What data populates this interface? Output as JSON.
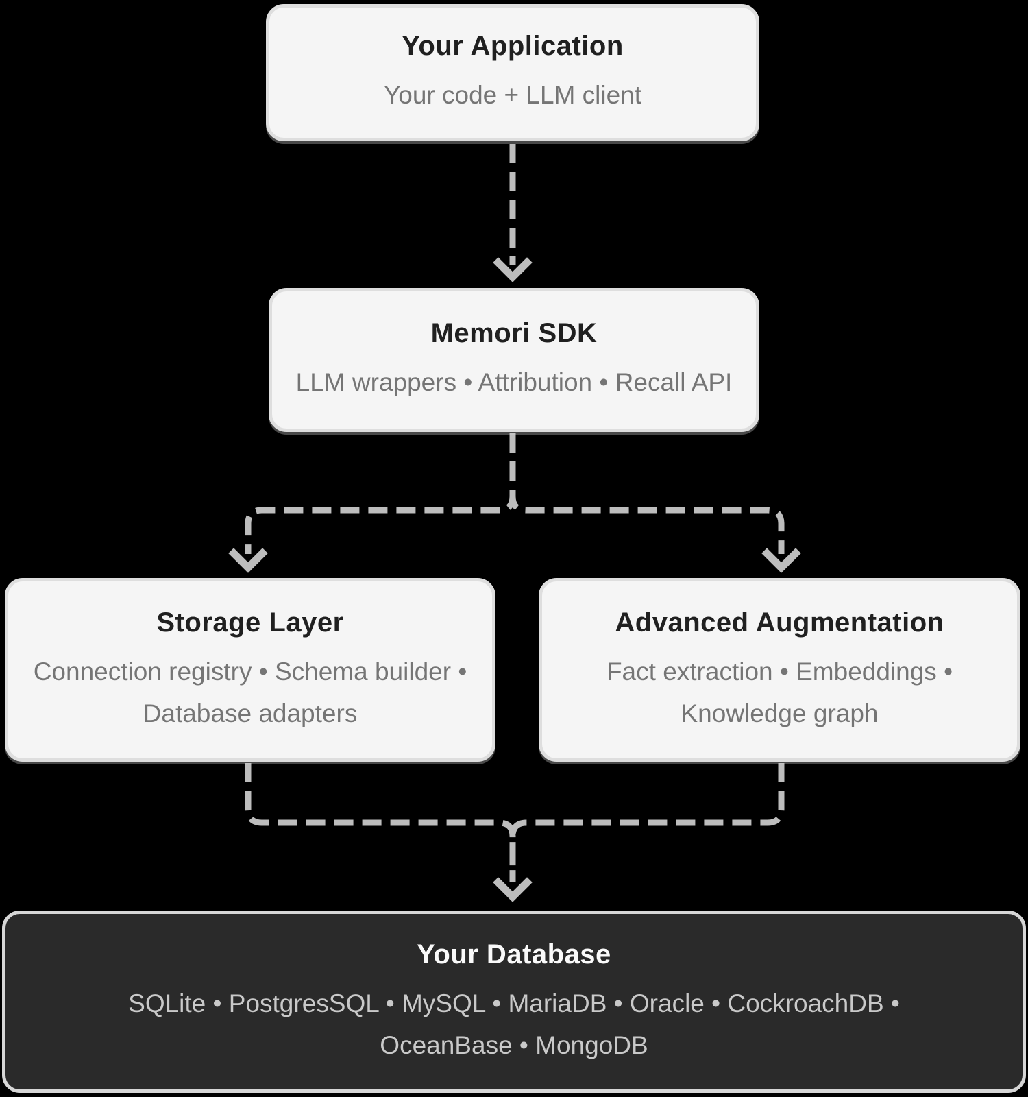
{
  "diagram": {
    "type": "flowchart",
    "background": "#000000",
    "nodes": [
      {
        "id": "app",
        "title": "Your Application",
        "subtitle_lines": [
          "Your code + LLM client"
        ],
        "variant": "light"
      },
      {
        "id": "sdk",
        "title": "Memori SDK",
        "subtitle_lines": [
          "LLM wrappers • Attribution • Recall API"
        ],
        "variant": "light"
      },
      {
        "id": "storage",
        "title": "Storage Layer",
        "subtitle_lines": [
          "Connection registry • Schema builder •",
          "Database adapters"
        ],
        "variant": "light"
      },
      {
        "id": "augment",
        "title": "Advanced Augmentation",
        "subtitle_lines": [
          "Fact extraction • Embeddings •",
          "Knowledge graph"
        ],
        "variant": "light"
      },
      {
        "id": "db",
        "title": "Your Database",
        "subtitle_lines": [
          "SQLite • PostgresSQL • MySQL • MariaDB • Oracle • CockroachDB •",
          "OceanBase • MongoDB"
        ],
        "variant": "dark"
      }
    ],
    "edges": [
      {
        "from": "Your Application",
        "to": "Memori SDK",
        "style": "dashed-arrow"
      },
      {
        "from": "Memori SDK",
        "to": "Storage Layer",
        "style": "dashed-arrow"
      },
      {
        "from": "Memori SDK",
        "to": "Advanced Augmentation",
        "style": "dashed-arrow"
      },
      {
        "from": "Storage Layer",
        "to": "Your Database",
        "style": "dashed-arrow"
      },
      {
        "from": "Advanced Augmentation",
        "to": "Your Database",
        "style": "dashed-arrow"
      }
    ],
    "colors": {
      "background": "#000000",
      "node_fill_light": "#f5f5f5",
      "node_border_light": "#dedede",
      "node_fill_dark": "#2a2a2a",
      "node_border_dark": "#d6d6d6",
      "title_on_light": "#202020",
      "subtitle_on_light": "#757575",
      "title_on_dark": "#fafafa",
      "subtitle_on_dark": "#c9c9c9",
      "connector": "#bdbdbd"
    }
  }
}
